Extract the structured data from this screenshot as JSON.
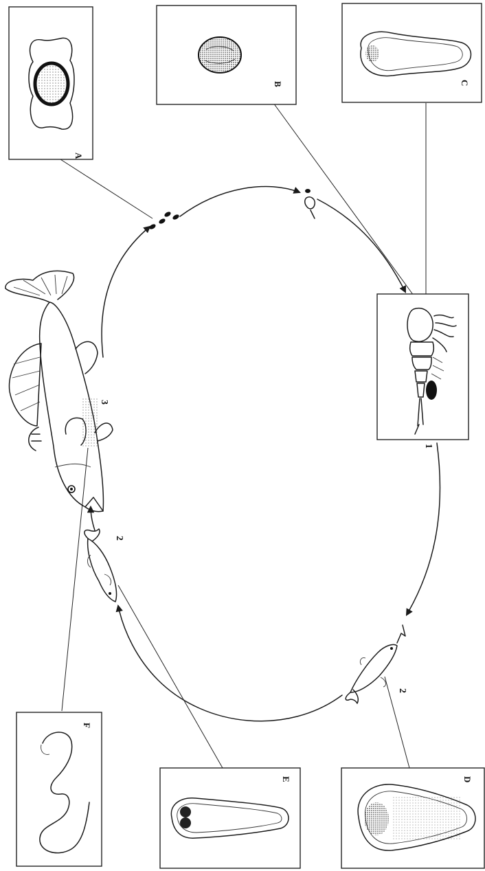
{
  "panels": {
    "A": {
      "label": "A"
    },
    "B": {
      "label": "B"
    },
    "C": {
      "label": "C"
    },
    "D": {
      "label": "D"
    },
    "E": {
      "label": "E"
    },
    "F": {
      "label": "F"
    }
  },
  "stages": {
    "copepod": "1",
    "small_fish_top": "2",
    "small_fish_bottom": "2",
    "large_fish": "3"
  }
}
